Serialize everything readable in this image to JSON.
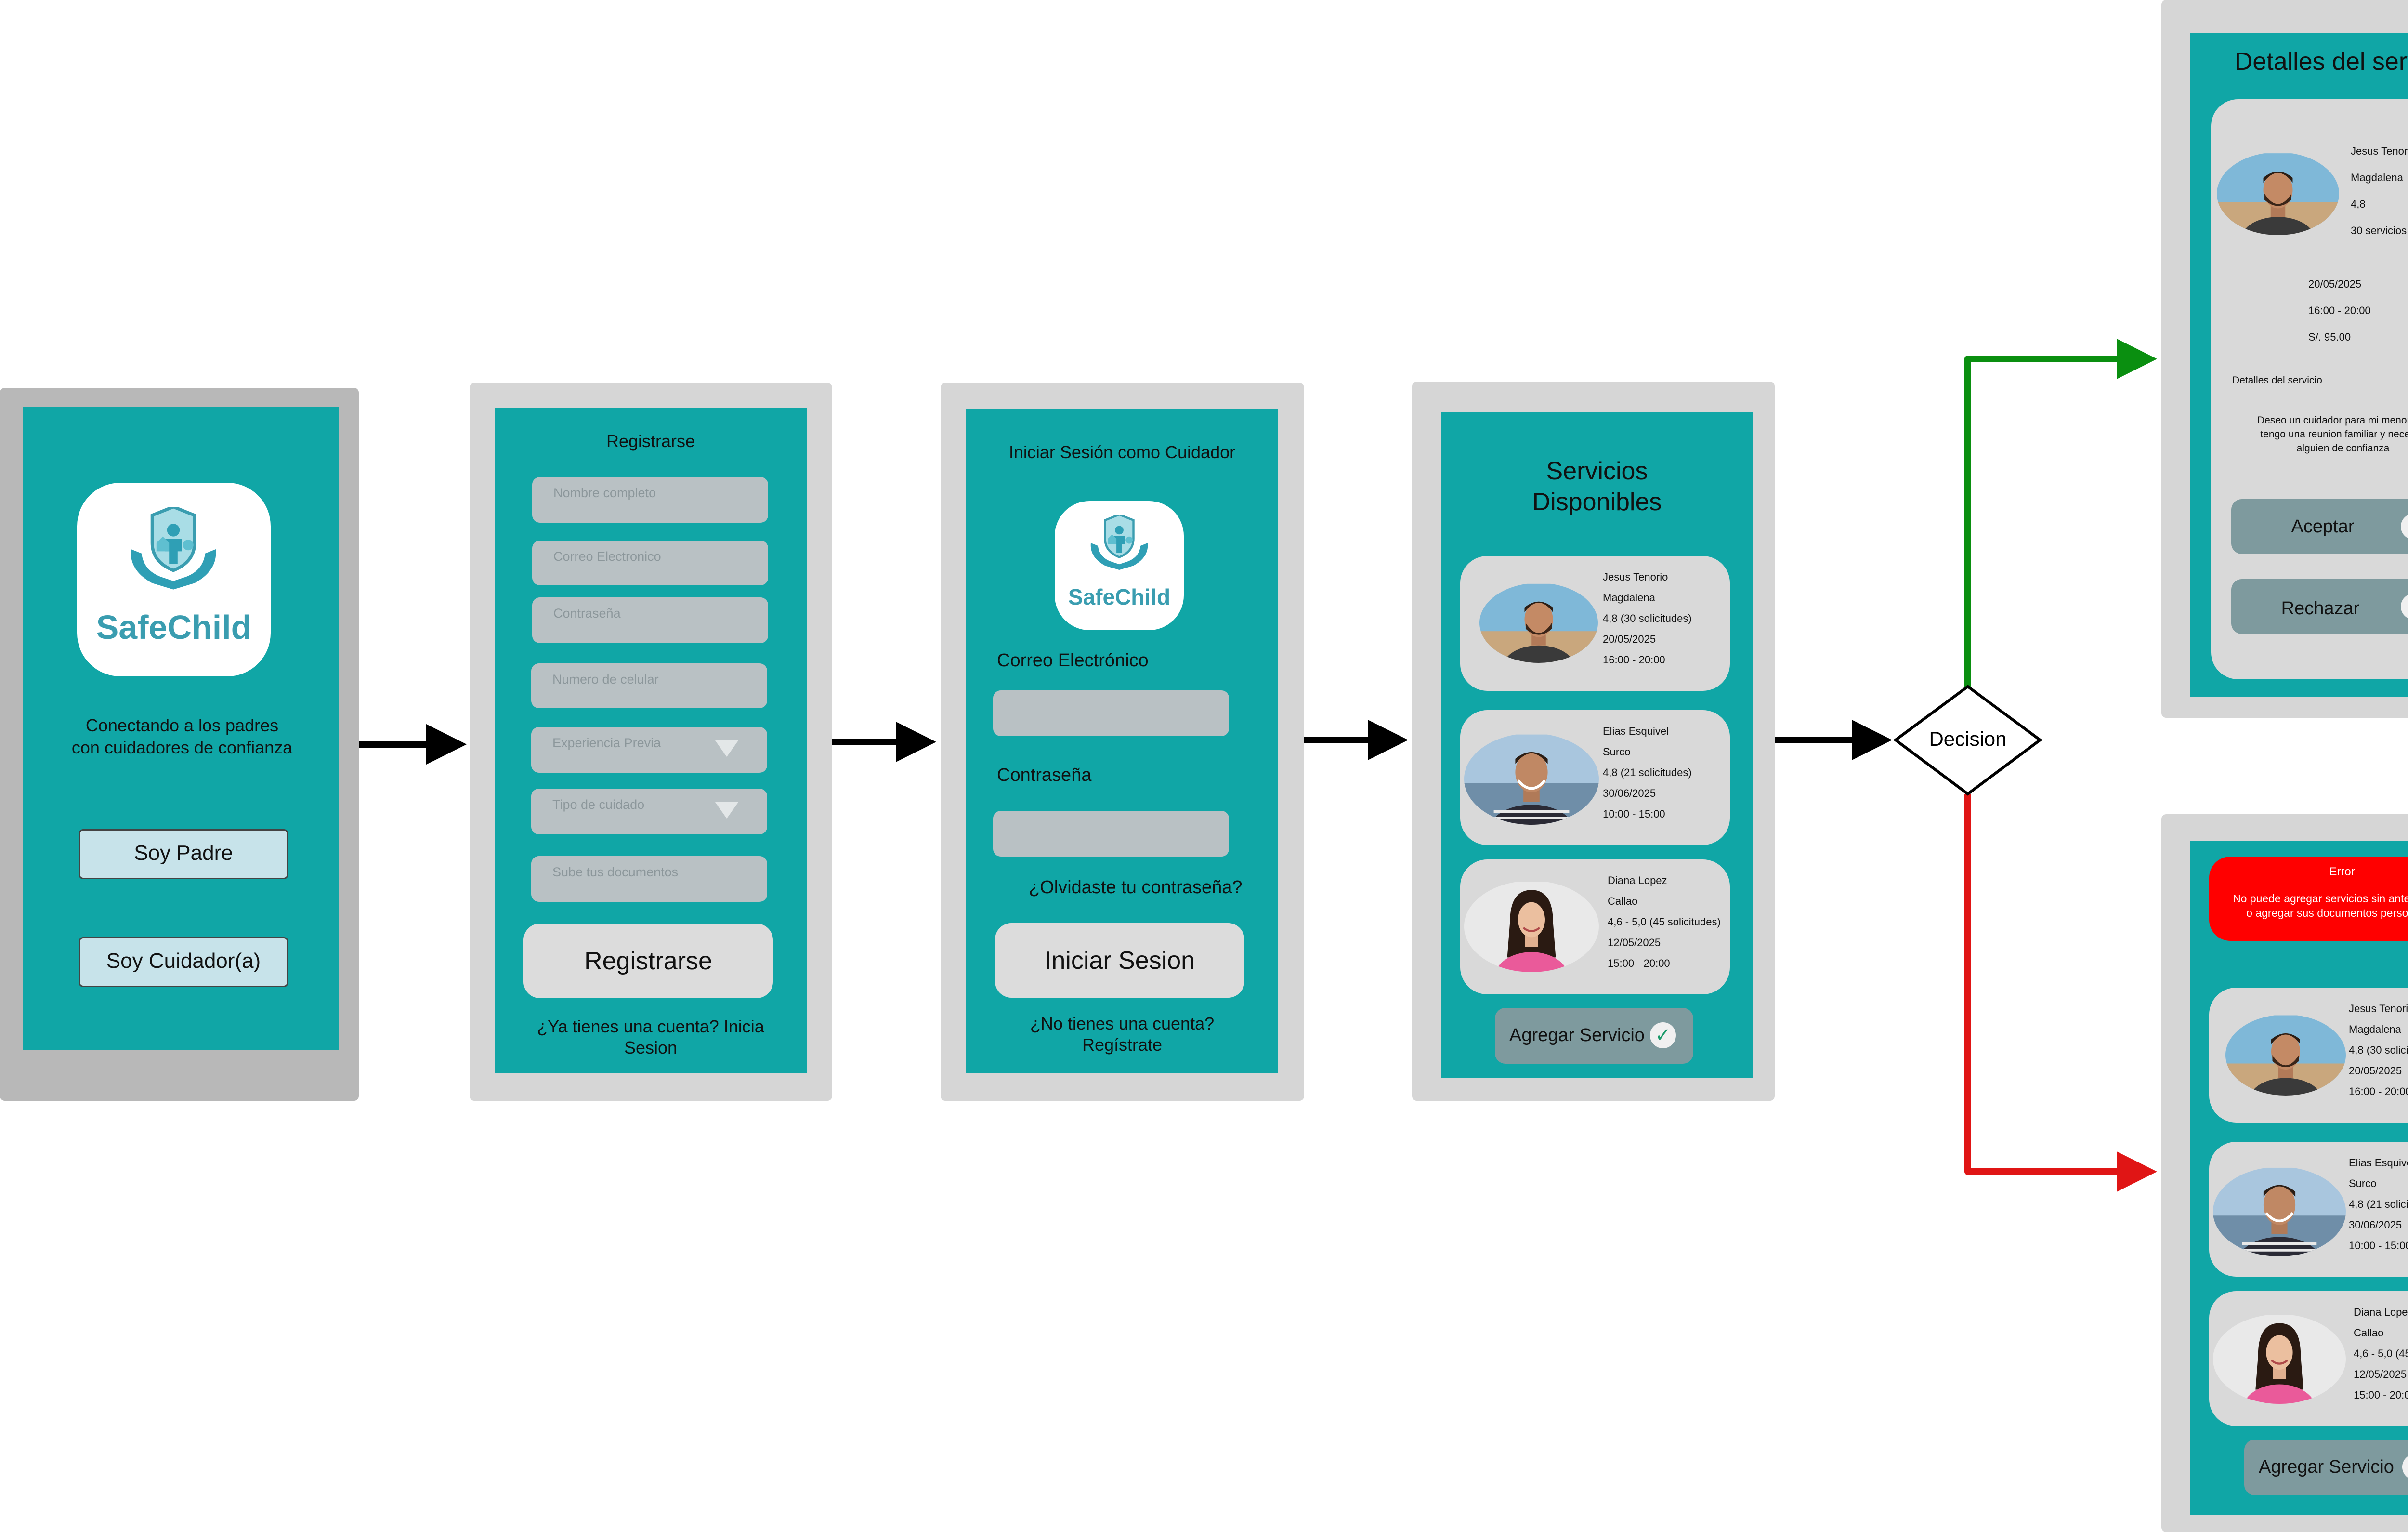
{
  "s1": {
    "logo_text": "SafeChild",
    "tagline": "Conectando a los padres\ncon cuidadores de confianza",
    "btn_parent": "Soy Padre",
    "btn_caregiver": "Soy Cuidador(a)"
  },
  "s2": {
    "title": "Registrarse",
    "fields": [
      "Nombre completo",
      "Correo Electronico",
      "Contraseña",
      "Numero de celular",
      "Experiencia Previa",
      "Tipo de cuidado",
      "Sube tus documentos"
    ],
    "button": "Registrarse",
    "footer": "¿Ya tienes una cuenta? Inicia\nSesion"
  },
  "s3": {
    "title": "Iniciar Sesión como Cuidador",
    "logo_text": "SafeChild",
    "email_label": "Correo Electrónico",
    "password_label": "Contraseña",
    "forgot": "¿Olvidaste tu contraseña?",
    "button": "Iniciar Sesion",
    "footer": "¿No tienes una cuenta?\nRegístrate"
  },
  "s4": {
    "title": "Servicios\nDisponibles",
    "add_button": "Agregar Servicio",
    "check": "✓"
  },
  "caregivers": [
    {
      "name": "Jesus Tenorio",
      "district": "Magdalena",
      "rating": "4,8 (30 solicitudes)",
      "date": "20/05/2025",
      "time": "16:00 - 20:00"
    },
    {
      "name": "Elias Esquivel",
      "district": "Surco",
      "rating": "4,8 (21 solicitudes)",
      "date": "30/06/2025",
      "time": "10:00 - 15:00"
    },
    {
      "name": "Diana Lopez",
      "district": "Callao",
      "rating": "4,6 - 5,0 (45 solicitudes)",
      "date": "12/05/2025",
      "time": "15:00 - 20:00"
    }
  ],
  "decision": {
    "label": "Decision"
  },
  "detail": {
    "title": "Detalles del servicio",
    "name": "Jesus Tenorio",
    "district": "Magdalena",
    "rating": "4,8",
    "services": "30 servicios",
    "date": "20/05/2025",
    "time": "16:00 - 20:00",
    "price": "S/. 95.00",
    "details_label": "Detalles del servicio",
    "details_text": "Deseo un cuidador para mi menor  hijo\ntengo una reunion familiar y necesito\nalguien de confianza",
    "accept": "Aceptar",
    "reject": "Rechazar",
    "accept_icon": "✓",
    "reject_icon": "✕"
  },
  "error_screen": {
    "error_title": "Error",
    "error_msg": "No puede agregar servicios sin antes validar\no agregar sus documentos personales.",
    "add_button": "Agregar Servicio",
    "check": "✓"
  },
  "colors": {
    "screen_teal": "#10a6a6",
    "frame_gray": "#d6d6d6",
    "yes_arrow_green": "#0a8f10",
    "no_arrow_red": "#e01515",
    "error_red": "#ff0000"
  }
}
